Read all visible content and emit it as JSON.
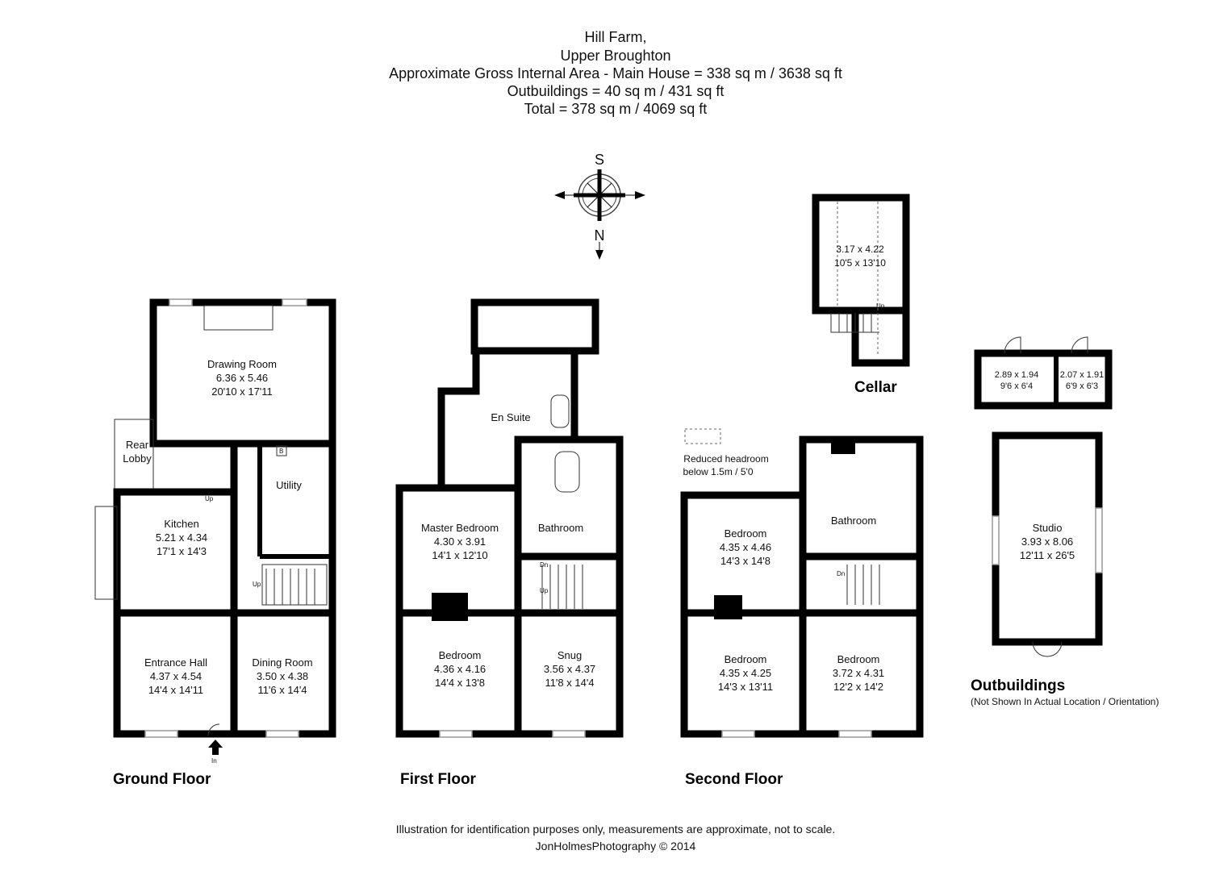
{
  "header": {
    "line1": "Hill Farm,",
    "line2": "Upper Broughton",
    "line3": "Approximate Gross Internal Area - Main House = 338 sq m / 3638 sq ft",
    "line4": "Outbuildings = 40 sq m / 431 sq ft",
    "line5": "Total = 378 sq m / 4069 sq ft"
  },
  "compass": {
    "top": "S",
    "bottom": "N"
  },
  "ground_floor": {
    "label": "Ground Floor",
    "entrance": "In",
    "rooms": [
      {
        "name": "Drawing Room",
        "metric": "6.36 x 5.46",
        "imperial": "20'10 x 17'11"
      },
      {
        "name": "Rear",
        "name2": "Lobby"
      },
      {
        "name": "Utility",
        "marker": "B"
      },
      {
        "name": "Kitchen",
        "metric": "5.21 x 4.34",
        "imperial": "17'1 x 14'3"
      },
      {
        "name": "Entrance Hall",
        "metric": "4.37 x 4.54",
        "imperial": "14'4 x 14'11"
      },
      {
        "name": "Dining Room",
        "metric": "3.50 x 4.38",
        "imperial": "11'6 x 14'4"
      }
    ],
    "stairs": [
      "Up",
      "Up"
    ]
  },
  "first_floor": {
    "label": "First Floor",
    "rooms": [
      {
        "name": "En Suite"
      },
      {
        "name": "Bathroom"
      },
      {
        "name": "Master Bedroom",
        "metric": "4.30 x 3.91",
        "imperial": "14'1 x 12'10"
      },
      {
        "name": "Bedroom",
        "metric": "4.36 x 4.16",
        "imperial": "14'4 x 13'8"
      },
      {
        "name": "Snug",
        "metric": "3.56 x 4.37",
        "imperial": "11'8 x 14'4"
      }
    ],
    "stairs": [
      "Dn",
      "Up"
    ]
  },
  "second_floor": {
    "label": "Second Floor",
    "note1": "Reduced headroom",
    "note2": "below 1.5m / 5'0",
    "rooms": [
      {
        "name": "Bathroom"
      },
      {
        "name": "Bedroom",
        "metric": "4.35 x 4.46",
        "imperial": "14'3 x 14'8"
      },
      {
        "name": "Bedroom",
        "metric": "4.35 x 4.25",
        "imperial": "14'3 x 13'11"
      },
      {
        "name": "Bedroom",
        "metric": "3.72 x 4.31",
        "imperial": "12'2 x 14'2"
      }
    ],
    "stairs": [
      "Dn"
    ]
  },
  "cellar": {
    "label": "Cellar",
    "metric": "3.17 x 4.22",
    "imperial": "10'5 x 13'10",
    "stairs": "Up"
  },
  "outbuildings": {
    "label": "Outbuildings",
    "note": "(Not Shown In Actual Location / Orientation)",
    "rooms": [
      {
        "metric": "2.89 x 1.94",
        "imperial": "9'6 x 6'4"
      },
      {
        "metric": "2.07 x 1.91",
        "imperial": "6'9 x 6'3"
      },
      {
        "name": "Studio",
        "metric": "3.93 x 8.06",
        "imperial": "12'11 x 26'5"
      }
    ]
  },
  "footer": {
    "disclaimer": "Illustration for identification purposes only, measurements are approximate, not to scale.",
    "credit": "JonHolmesPhotography © 2014"
  }
}
